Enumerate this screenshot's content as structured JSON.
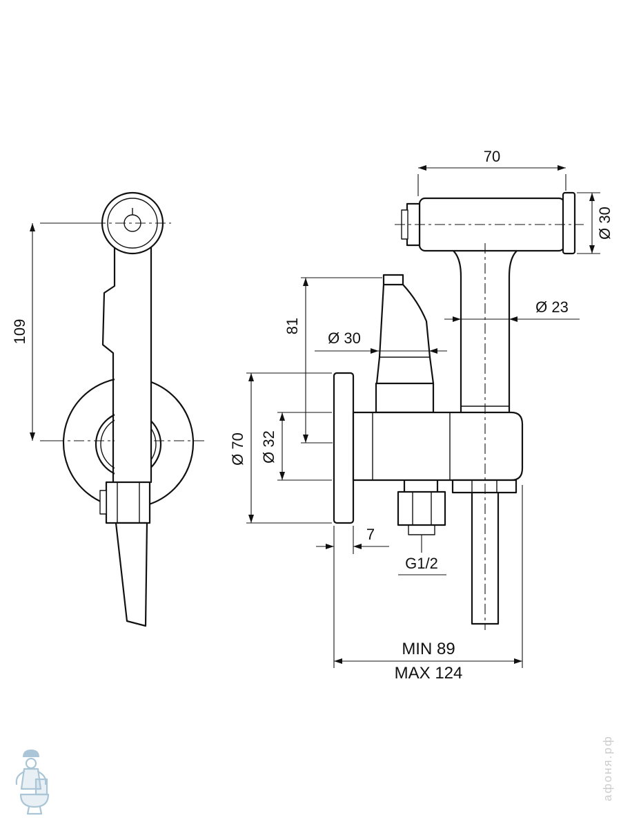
{
  "colors": {
    "line": "#111111",
    "background": "#ffffff",
    "watermark_logo": "#a9c5d6",
    "watermark_text": "#cccccc"
  },
  "side_view": {
    "dim_height": "109"
  },
  "front_view": {
    "dim_head_length": "70",
    "dim_head_diameter": "Ø 30",
    "dim_tube_diameter": "Ø 23",
    "dim_holder_height": "81",
    "dim_holder_diameter": "Ø 30",
    "dim_flange_diameter": "Ø 70",
    "dim_body_diameter": "Ø 32",
    "dim_flange_thickness": "7",
    "thread_label": "G1/2",
    "dim_depth_min": "MIN 89",
    "dim_depth_max": "MAX 124"
  },
  "watermark": {
    "site_text": "афоня.рф"
  }
}
